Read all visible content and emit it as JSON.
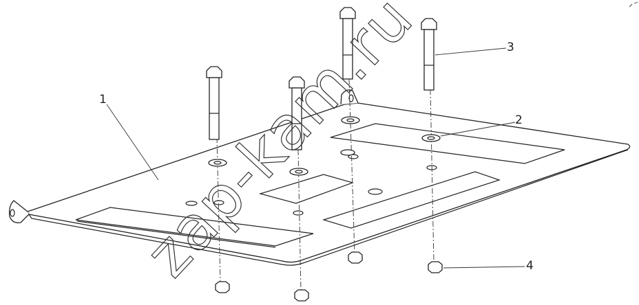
{
  "callouts": {
    "plate": "1",
    "washer": "2",
    "bolt": "3",
    "nut": "4"
  },
  "watermark": "zap-kam.ru"
}
